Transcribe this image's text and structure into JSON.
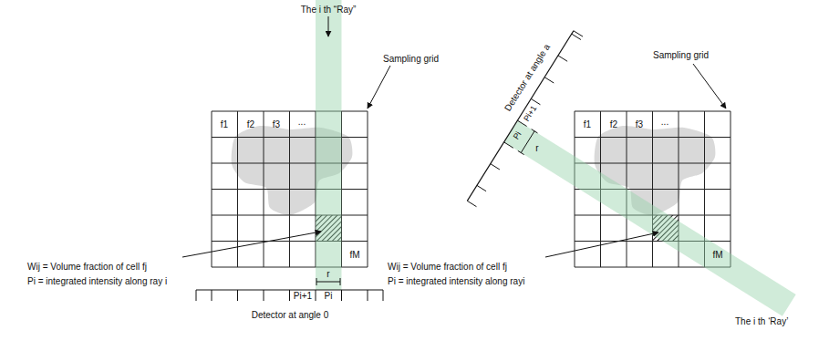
{
  "diagram": {
    "labels": [
      "The i th “Ray”",
      "Sampling grid",
      "f1",
      "f2",
      "f3",
      "...",
      "fM",
      "Wij = Volume fraction of cell fj",
      "Pi = integrated intensity along ray i",
      "r",
      "Pi+1",
      "Pi",
      "Detector at angle 0",
      "Detector at angle a",
      "Pi+1",
      "Pi",
      "r",
      "Sampling grid",
      "f1",
      "f2",
      "f3",
      "...",
      "fM",
      "Wij = Volume fraction of cell fj",
      "Pi = integrated intensity along rayi",
      "The i th ‘Ray’"
    ]
  }
}
